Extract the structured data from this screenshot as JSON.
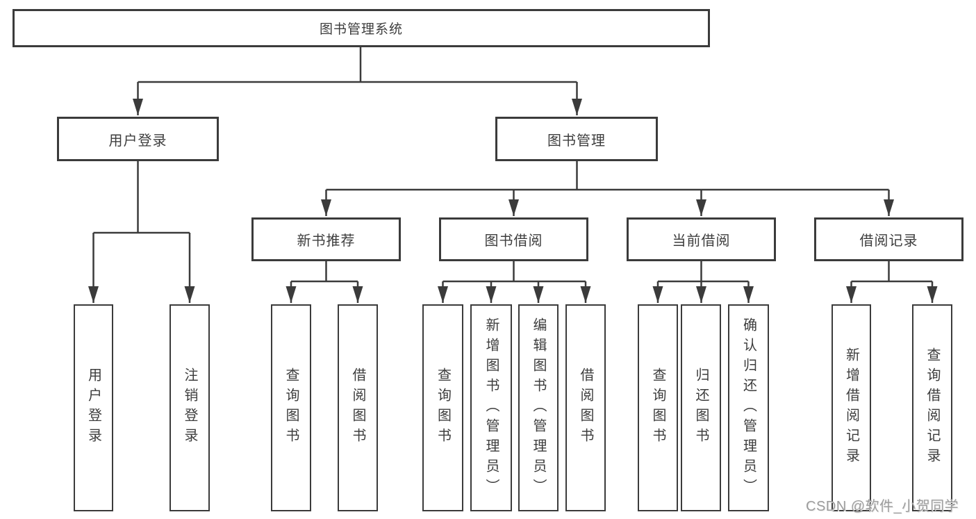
{
  "diagram": {
    "root": "图书管理系统",
    "level2": [
      "用户登录",
      "图书管理"
    ],
    "level3": [
      "新书推荐",
      "图书借阅",
      "当前借阅",
      "借阅记录"
    ],
    "leaves": {
      "user_login": [
        "用户登录",
        "注销登录"
      ],
      "new_book_recommend": [
        "查询图书",
        "借阅图书"
      ],
      "book_borrow": [
        "查询图书",
        "新增图书（管理员）",
        "编辑图书（管理员）",
        "借阅图书"
      ],
      "current_borrow": [
        "查询图书",
        "归还图书",
        "确认归还（管理员）"
      ],
      "borrow_record": [
        "新增借阅记录",
        "查询借阅记录"
      ]
    }
  },
  "watermark": {
    "text": "CSDN @软件_小贺同学"
  },
  "colors": {
    "line": "#3b3b3b",
    "border": "#3b3b3b",
    "text": "#3d3d3d",
    "background": "#ffffff",
    "watermark": "#9d9d9d"
  }
}
